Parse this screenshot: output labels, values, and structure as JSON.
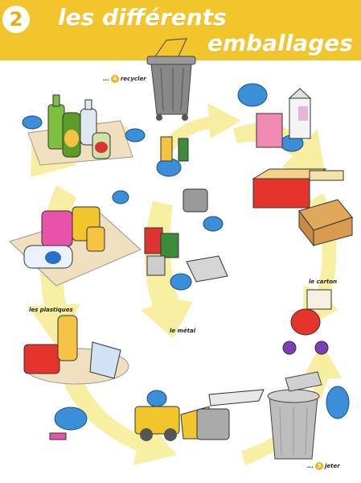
{
  "header": {
    "badge": "2",
    "title_line1": "les différents",
    "title_line2": "emballages"
  },
  "labels": {
    "recycler": {
      "prefix": "...",
      "num": "4",
      "text": "recycler"
    },
    "carton": "le carton",
    "plastiques": "les plastiques",
    "metal": "le métal",
    "jeter": {
      "prefix": "...",
      "num": "3",
      "text": "jeter"
    }
  },
  "colors": {
    "header": "#f2c52c",
    "arrow": "#f7ee9c",
    "bird": "#3a8fd8",
    "bin": "#8c8c8c"
  }
}
